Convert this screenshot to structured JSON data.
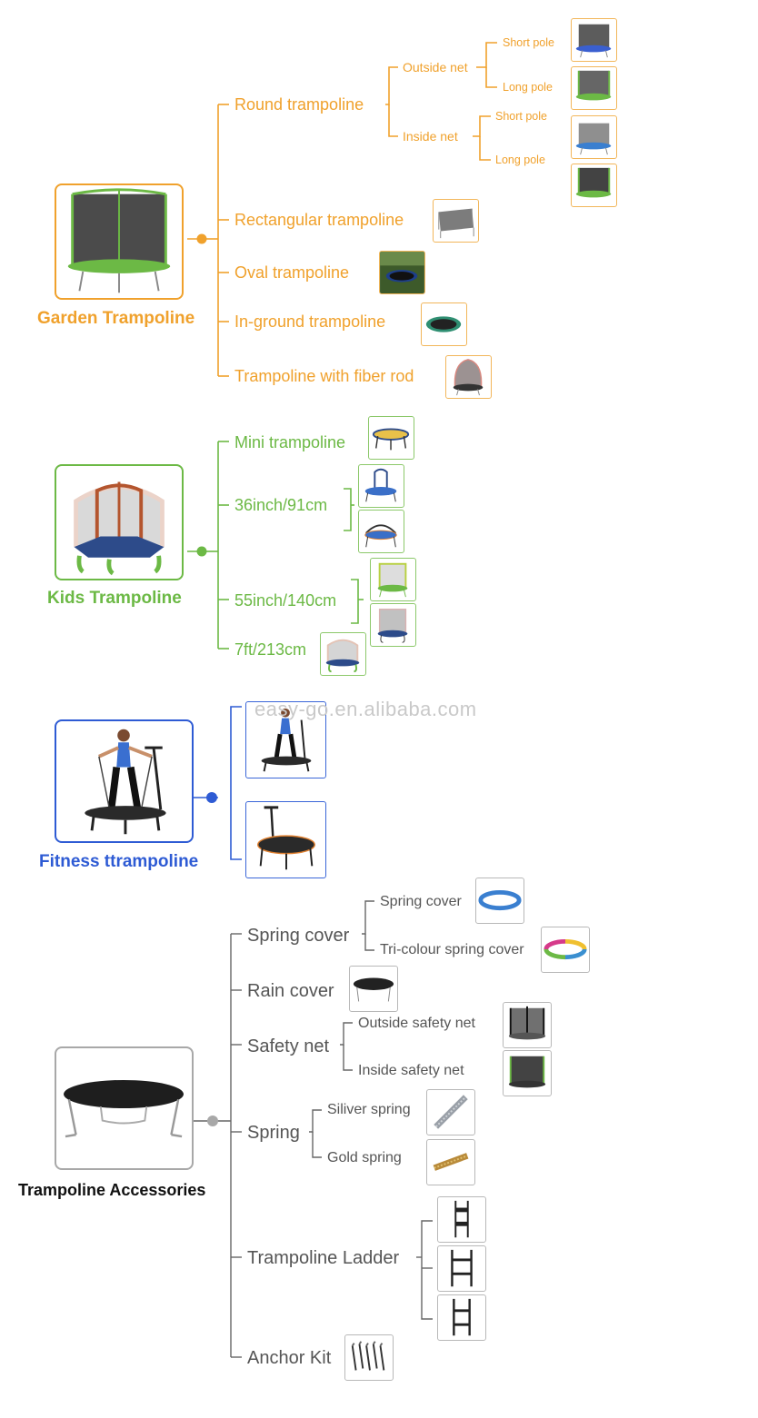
{
  "colors": {
    "garden": "#f0a12c",
    "kids": "#6cb945",
    "fitness": "#2e5bd4",
    "accessories": "#555555"
  },
  "watermark": "easy-go.en.alibaba.com",
  "garden": {
    "title": "Garden Trampoline",
    "round": "Round trampoline",
    "outside_net": "Outside net",
    "inside_net": "Inside net",
    "short_pole": "Short pole",
    "long_pole": "Long pole",
    "rectangular": "Rectangular trampoline",
    "oval": "Oval trampoline",
    "inground": "In-ground  trampoline",
    "fiber_rod": "Trampoline with fiber rod"
  },
  "kids": {
    "title": "Kids Trampoline",
    "mini": "Mini trampoline",
    "size_36": "36inch/91cm",
    "size_55": "55inch/140cm",
    "size_7ft": "7ft/213cm"
  },
  "fitness": {
    "title": "Fitness ttrampoline"
  },
  "accessories": {
    "title": "Trampoline Accessories",
    "spring_cover": "Spring cover",
    "spring_cover_sub": "Spring cover",
    "tricolour": "Tri-colour spring cover",
    "rain_cover": "Rain cover",
    "safety_net": "Safety net",
    "outside_safety_net": "Outside  safety net",
    "inside_safety_net": "Inside  safety net",
    "spring": "Spring",
    "silver_spring": "Siliver spring",
    "gold_spring": "Gold spring",
    "ladder": "Trampoline Ladder",
    "anchor_kit": "Anchor Kit"
  }
}
